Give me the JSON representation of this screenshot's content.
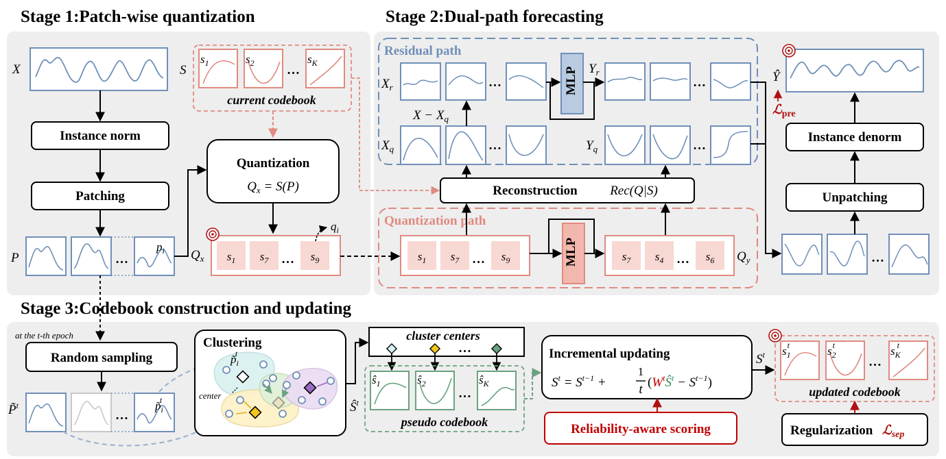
{
  "stage1": {
    "title": "Stage 1:Patch-wise quantization",
    "sym_x": "X",
    "sym_s": "S",
    "sym_p": "P",
    "sym_pi": "p",
    "sym_pi_sub": "i",
    "instance_norm": "Instance norm",
    "patching": "Patching",
    "quantization": "Quantization",
    "quant_formula": "Q",
    "quant_formula_sub": "x",
    "quant_formula_rest": " = S(P)",
    "current_codebook": "current codebook",
    "codebook_items": [
      "s",
      "s",
      "s"
    ],
    "codebook_subs": [
      "1",
      "2",
      "K"
    ],
    "qx_label": "Q",
    "qx_sub": "x",
    "qx_tokens": [
      "s",
      "s",
      "s"
    ],
    "qx_token_subs": [
      "1",
      "7",
      "9"
    ],
    "qi_label": "q",
    "qi_sub": "i",
    "ellipsis": "…"
  },
  "stage2": {
    "title": "Stage 2:Dual-path forecasting",
    "residual_path": "Residual path",
    "quantization_path": "Quantization path",
    "xr": "X",
    "xr_sub": "r",
    "xq": "X",
    "xq_sub": "q",
    "residual_formula": "X − X",
    "residual_formula_sub": "q",
    "yr": "Y",
    "yr_sub": "r",
    "yq": "Y",
    "yq_sub": "q",
    "mlp": "MLP",
    "reconstruction": "Reconstruction",
    "rec_formula": "Rec(Q|S)",
    "qy_label": "Q",
    "qy_sub": "y",
    "qpath_in_tokens": [
      "s",
      "s",
      "s"
    ],
    "qpath_in_subs": [
      "1",
      "7",
      "9"
    ],
    "qpath_out_tokens": [
      "s",
      "s",
      "s"
    ],
    "qpath_out_subs": [
      "7",
      "4",
      "6"
    ],
    "yhat": "Ŷ",
    "loss_pre": "ℒ",
    "loss_pre_sub": "pre",
    "instance_denorm": "Instance denorm",
    "unpatching": "Unpatching"
  },
  "stage3": {
    "title": "Stage 3:Codebook construction and updating",
    "epoch_note": "at the t-th epoch",
    "random_sampling": "Random sampling",
    "pt_label": "P̃",
    "pt_sup": "t",
    "pti_label": "p̃",
    "pti_sub": "i",
    "pti_sup": "t",
    "clustering": "Clustering",
    "center": "center",
    "cluster_centers": "cluster centers",
    "st_hat": "Ŝ",
    "st_hat_sup": "t",
    "pseudo_codebook": "pseudo codebook",
    "pseudo_items": [
      "ŝ",
      "ŝ",
      "ŝ"
    ],
    "pseudo_subs": [
      "1",
      "2",
      "K"
    ],
    "incremental_updating": "Incremental updating",
    "update_formula_left": "S",
    "update_formula_mid": " = S",
    "update_formula_frac_num": "1",
    "update_formula_frac_den": "t",
    "update_formula_w": "W",
    "update_formula_s": "Ŝ",
    "update_formula_tail": " − S",
    "st_label": "S",
    "updated_codebook": "updated codebook",
    "updated_items": [
      "s",
      "s",
      "s"
    ],
    "updated_subs": [
      "1",
      "2",
      "K"
    ],
    "reliability": "Reliability-aware scoring",
    "regularization": "Regularization",
    "loss_sep": "ℒ",
    "loss_sep_sub": "sep"
  },
  "colors": {
    "blue": "#6f8fb8",
    "red": "#e08a80",
    "green": "#6aa27f",
    "panel": "#eeeeee",
    "token": "#f8d8d2",
    "mlp_blue": "#b8cbe0",
    "mlp_red": "#f2b8ae",
    "dark_red": "#b01010"
  }
}
